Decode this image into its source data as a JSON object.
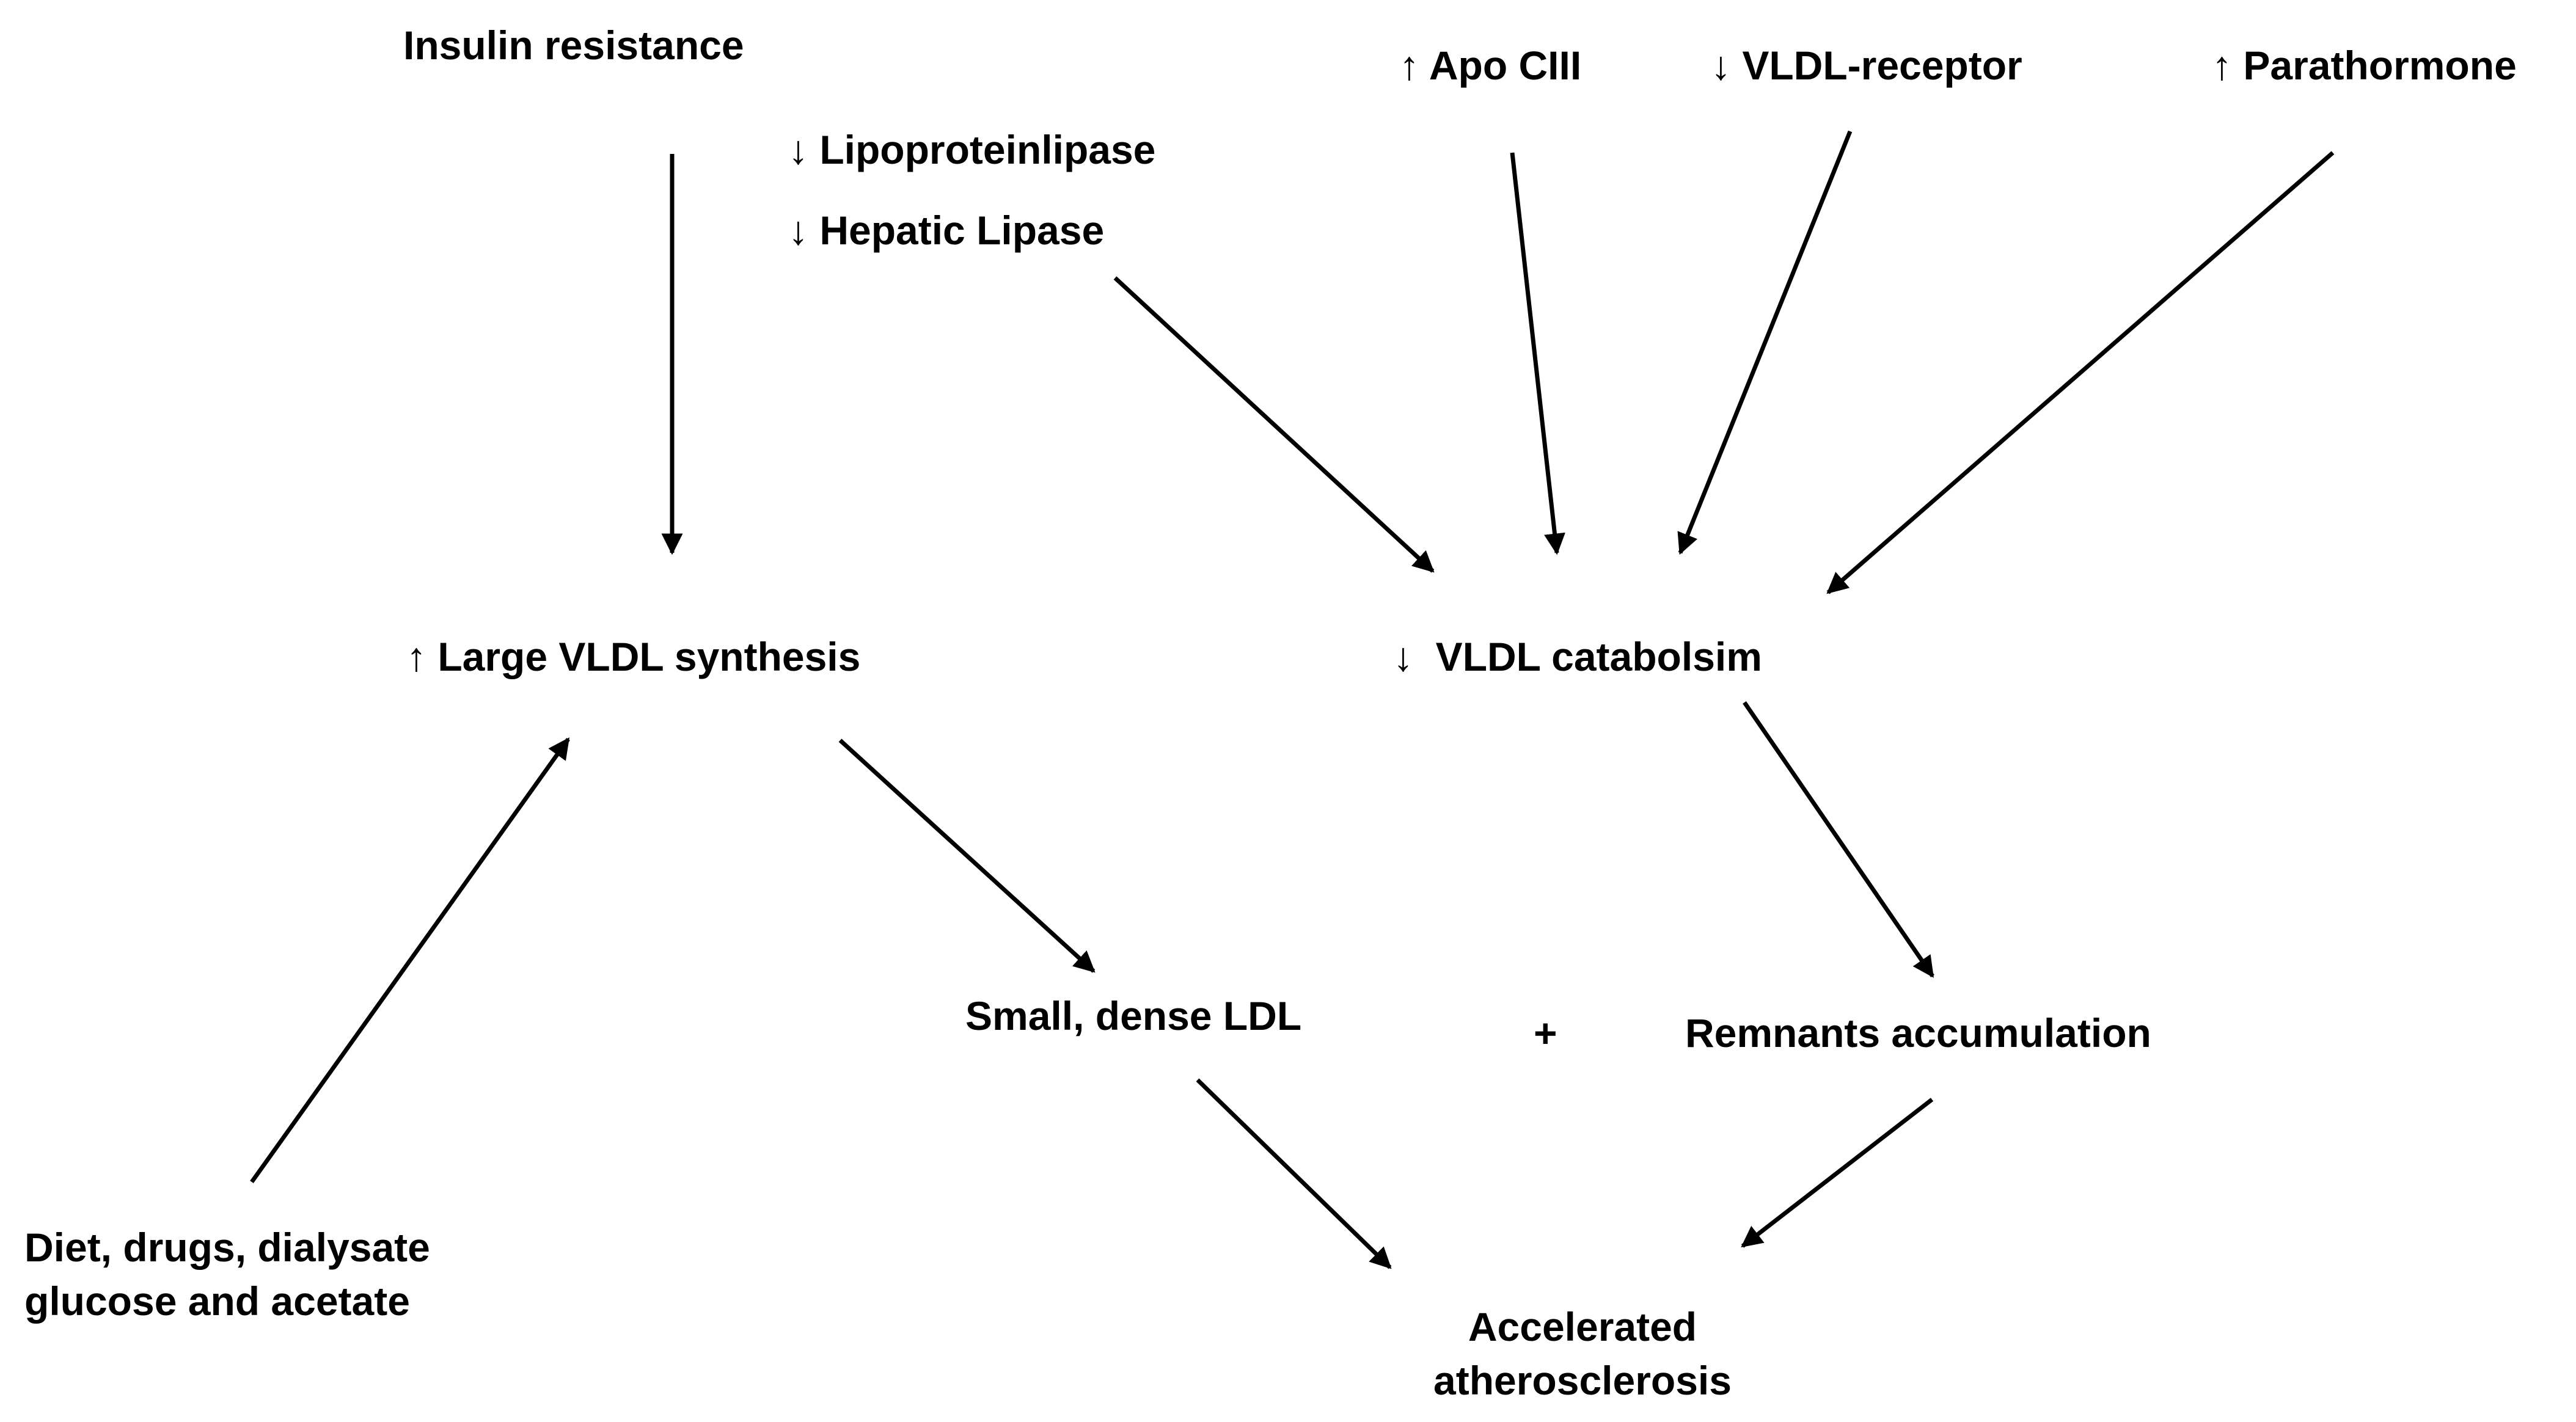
{
  "diagram": {
    "nodes": {
      "insulin_resistance": {
        "label": "Insulin resistance"
      },
      "lipoproteinlipase": {
        "label": "↓ Lipoproteinlipase"
      },
      "hepatic_lipase": {
        "label": "↓ Hepatic Lipase"
      },
      "apo_ciii": {
        "label": "↑ Apo CIII"
      },
      "vldl_receptor": {
        "label": "↓ VLDL-receptor"
      },
      "parathormone": {
        "label": "↑ Parathormone"
      },
      "large_vldl_synthesis": {
        "label": "↑ Large VLDL synthesis"
      },
      "vldl_catabolism": {
        "label": "↓  VLDL catabolsim"
      },
      "small_dense_ldl": {
        "label": "Small, dense LDL"
      },
      "plus": {
        "label": "+"
      },
      "remnants_accumulation": {
        "label": "Remnants accumulation"
      },
      "diet": {
        "line1": "Diet, drugs, dialysate",
        "line2": "glucose and acetate"
      },
      "accelerated": {
        "line1": "Accelerated",
        "line2": "atherosclerosis"
      }
    },
    "edges": [
      {
        "from": "insulin_resistance",
        "to": "large_vldl_synthesis"
      },
      {
        "from": "hepatic_lipase",
        "to": "vldl_catabolism"
      },
      {
        "from": "apo_ciii",
        "to": "vldl_catabolism"
      },
      {
        "from": "vldl_receptor",
        "to": "vldl_catabolism"
      },
      {
        "from": "parathormone",
        "to": "vldl_catabolism"
      },
      {
        "from": "diet",
        "to": "large_vldl_synthesis"
      },
      {
        "from": "large_vldl_synthesis",
        "to": "small_dense_ldl"
      },
      {
        "from": "vldl_catabolism",
        "to": "remnants_accumulation"
      },
      {
        "from": "small_dense_ldl",
        "to": "accelerated"
      },
      {
        "from": "remnants_accumulation",
        "to": "accelerated"
      }
    ]
  }
}
